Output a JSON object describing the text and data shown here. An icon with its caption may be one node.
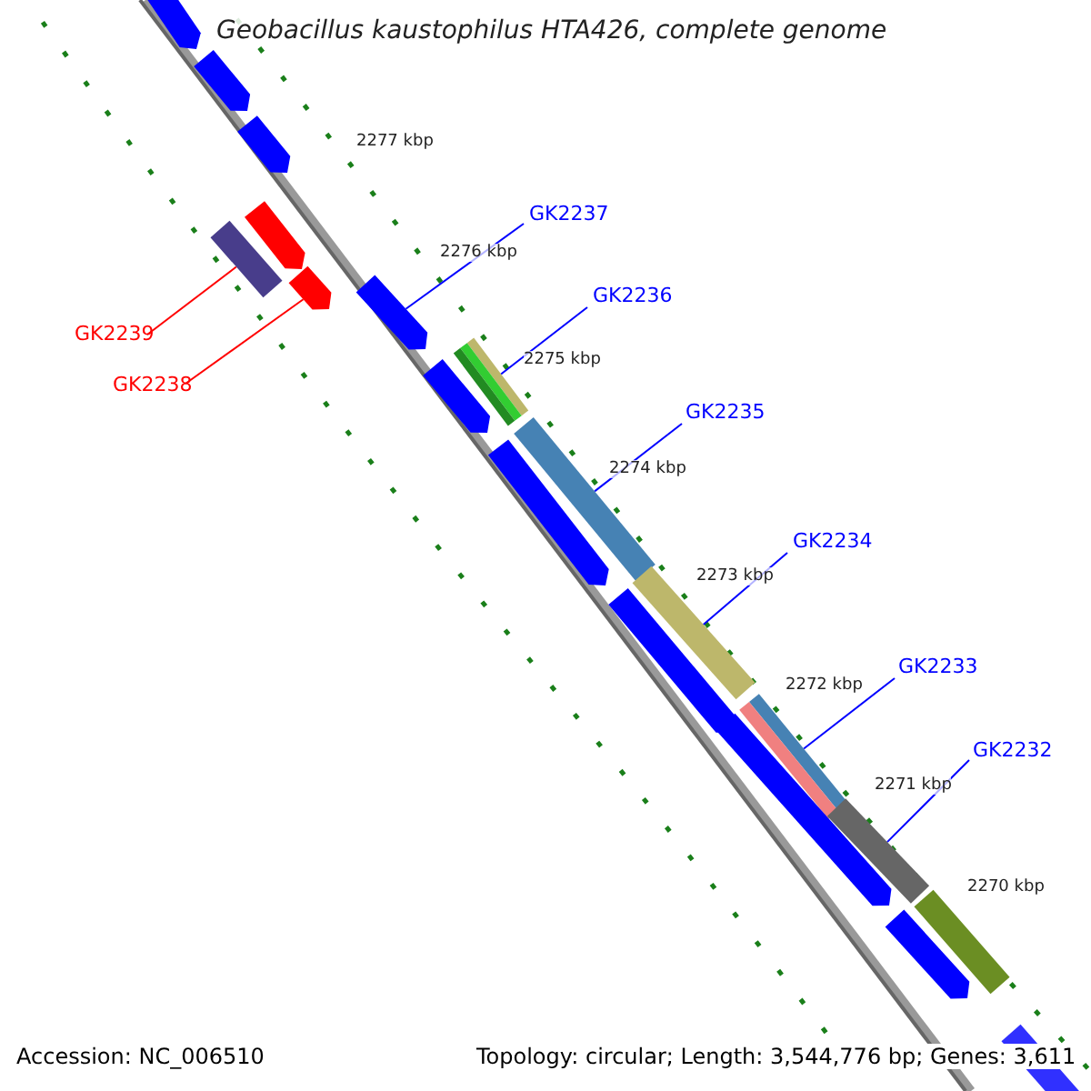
{
  "diagram": {
    "title": "Geobacillus kaustophilus HTA426, complete genome",
    "nodes": [
      {
        "text": [
          "GK2237"
        ]
      },
      {
        "text": [
          "GK2236"
        ]
      },
      {
        "text": [
          "GK2239"
        ]
      },
      {
        "text": [
          "GK2238"
        ]
      },
      {
        "text": [
          "GK2235"
        ]
      },
      {
        "text": [
          "GK2234"
        ]
      },
      {
        "text": [
          "GK2233"
        ]
      },
      {
        "text": [
          "GK2232"
        ]
      },
      {
        "text": [],
        "shape": "bar"
      },
      {
        "text": [],
        "shape": "bar"
      },
      {
        "text": [],
        "shape": "bar"
      },
      {
        "text": [],
        "shape": "bar"
      },
      {
        "text": [],
        "shape": "bar"
      },
      {
        "text": [],
        "shape": "bar"
      },
      {
        "text": [],
        "shape": "bar"
      },
      {
        "text": [],
        "shape": "bar"
      },
      {
        "text": [],
        "shape": "bar"
      },
      {
        "text": [],
        "shape": "bar"
      },
      {
        "text": [],
        "shape": "bar"
      },
      {
        "text": [],
        "shape": "bar"
      },
      {
        "text": [],
        "shape": "bar"
      },
      {
        "text": [],
        "shape": "bar"
      },
      {
        "text": [],
        "shape": "bar"
      },
      {
        "text": [],
        "shape": "bar"
      },
      {
        "text": [],
        "shape": "bar"
      },
      {
        "text": [],
        "shape": "bar"
      },
      {
        "text": [],
        "shape": "bar"
      }
    ],
    "edges": [
      {
        "from": 0,
        "to": 14,
        "arrow": "none"
      },
      {
        "from": 1,
        "to": 15,
        "arrow": "none"
      },
      {
        "from": 2,
        "to": 12,
        "arrow": "none",
        "color": "#ff0000"
      },
      {
        "from": 3,
        "to": 13,
        "arrow": "none",
        "color": "#ff0000"
      },
      {
        "from": 4,
        "to": 17,
        "arrow": "none"
      },
      {
        "from": 5,
        "to": 19,
        "arrow": "none"
      },
      {
        "from": 6,
        "to": 21,
        "arrow": "none"
      },
      {
        "from": 7,
        "to": 23,
        "arrow": "none"
      }
    ],
    "labels": [
      "2277 kbp",
      "2276 kbp",
      "2275 kbp",
      "2274 kbp",
      "2273 kbp",
      "2272 kbp",
      "2271 kbp",
      "2270 kbp",
      "Accession: NC_006510",
      "Topology: circular; Length: 3,544,776 bp; Genes: 3,611"
    ]
  }
}
